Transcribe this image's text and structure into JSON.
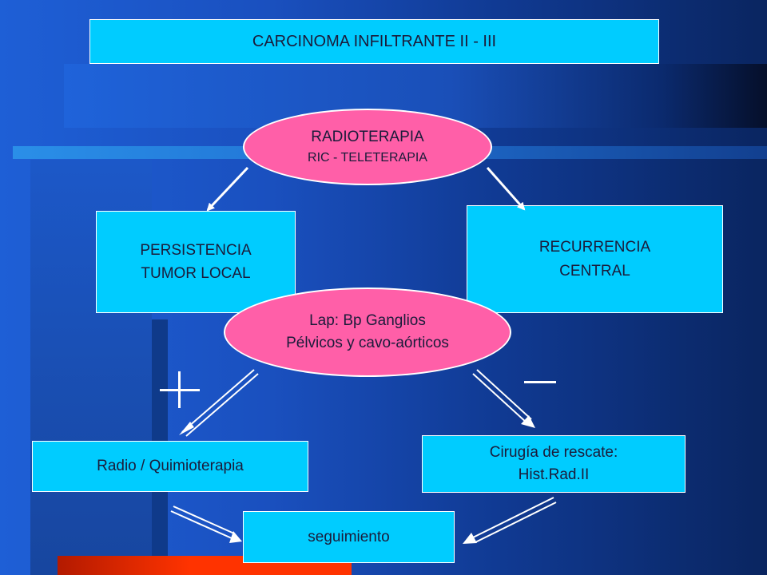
{
  "colors": {
    "background": "#1a50bf",
    "box_fill": "#00ccff",
    "ellipse_fill": "#ff5fa8",
    "arrow": "#ffffff",
    "accent_bar": "#ff3300"
  },
  "title": "CARCINOMA INFILTRANTE   II - III",
  "radioterapia": {
    "line1": "RADIOTERAPIA",
    "line2": "RIC - TELETERAPIA"
  },
  "persistencia": "PERSISTENCIA\nTUMOR LOCAL",
  "recurrencia": "RECURRENCIA\nCENTRAL",
  "lap": {
    "line1": "Lap: Bp Ganglios",
    "line2": "Pélvicos y cavo-aórticos"
  },
  "positive_sign": "+",
  "negative_sign": "−",
  "radio_quimio": "Radio / Quimioterapia",
  "cirugia": {
    "line1": "Cirugía de rescate:",
    "line2": "Hist.Rad.II"
  },
  "seguimiento": "seguimiento"
}
